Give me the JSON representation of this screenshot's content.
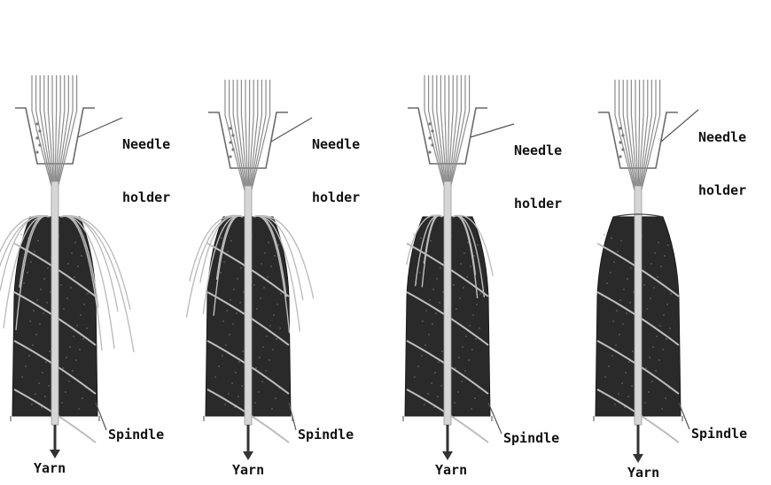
{
  "colors": {
    "background": "#ffffff",
    "spindle_body": "#2a2a2a",
    "fiber": "#bdbdbd",
    "needle": "#8c8c8c",
    "text": "#111111"
  },
  "stages": [
    {
      "needle_label_line1": "Needle",
      "needle_label_line2": "holder",
      "spindle_label": "Spindle",
      "yarn_label": "Yarn"
    },
    {
      "needle_label_line1": "Needle",
      "needle_label_line2": "holder",
      "spindle_label": "Spindle",
      "yarn_label": "Yarn"
    },
    {
      "needle_label_line1": "Needle",
      "needle_label_line2": "holder",
      "spindle_label": "Spindle",
      "yarn_label": "Yarn"
    },
    {
      "needle_label_line1": "Needle",
      "needle_label_line2": "holder",
      "spindle_label": "Spindle",
      "yarn_label": "Yarn"
    }
  ]
}
